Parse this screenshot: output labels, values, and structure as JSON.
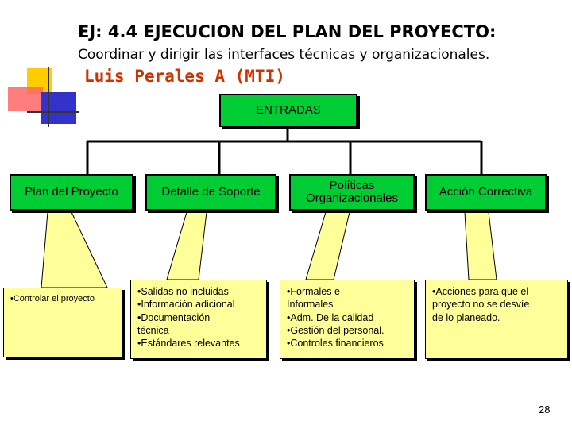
{
  "header": {
    "title": "EJ: 4.4 EJECUCION DEL PLAN DEL PROYECTO:",
    "subtitle": "Coordinar y dirigir las interfaces técnicas y organizacionales.",
    "author": "Luis Perales A (MTI)"
  },
  "diagram": {
    "root": {
      "label": "ENTRADAS"
    },
    "nodes": [
      {
        "label_lines": [
          "Plan del Proyecto"
        ],
        "note_lines": [
          "•Controlar el proyecto"
        ]
      },
      {
        "label_lines": [
          "Detalle de Soporte"
        ],
        "note_lines": [
          "•Salidas no incluidas",
          "•Información adicional",
          "•Documentación",
          "técnica",
          "•Estándares relevantes"
        ]
      },
      {
        "label_lines": [
          "Políticas",
          "Organizacionales"
        ],
        "note_lines": [
          "•Formales e",
          "Informales",
          "•Adm. De la calidad",
          "•Gestión del personal.",
          "•Controles financieros"
        ]
      },
      {
        "label_lines": [
          "Acción Correctiva"
        ],
        "note_lines": [
          "•Acciones para que el",
          "proyecto no se desvíe",
          "de lo planeado."
        ]
      }
    ]
  },
  "colors": {
    "box_fill": "#00cc33",
    "note_fill": "#ffff99",
    "author_color": "#cc3300"
  },
  "footer": {
    "page_number": "28"
  }
}
